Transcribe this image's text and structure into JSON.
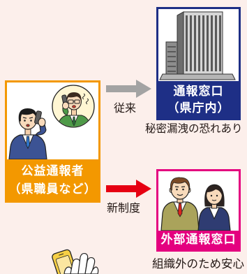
{
  "colors": {
    "background": "#fcefeb",
    "navy": "#1e2f86",
    "orange": "#f39800",
    "magenta": "#e4007f",
    "gray_arrow": "#a3a3a3",
    "red_arrow": "#e60012",
    "text": "#231815"
  },
  "whistleblower": {
    "label_line1": "公益通報者",
    "label_line2": "（県職員など）",
    "illustration": "person-making-phone-call"
  },
  "conventional": {
    "arrow_label": "従来",
    "arrow_icon": "gray-right-arrow-icon",
    "window": {
      "label_line1": "通報窓口",
      "label_line2": "（県庁内）",
      "illustration": "office-building"
    },
    "note": "秘密漏洩の恐れあり"
  },
  "new_system": {
    "arrow_label": "新制度",
    "arrow_icon": "red-right-arrow-icon",
    "window": {
      "label": "外部通報窓口",
      "illustration": "two-staff-members"
    },
    "note": "組織外のため安心"
  },
  "extra_illustration": "hand-holding-phone"
}
